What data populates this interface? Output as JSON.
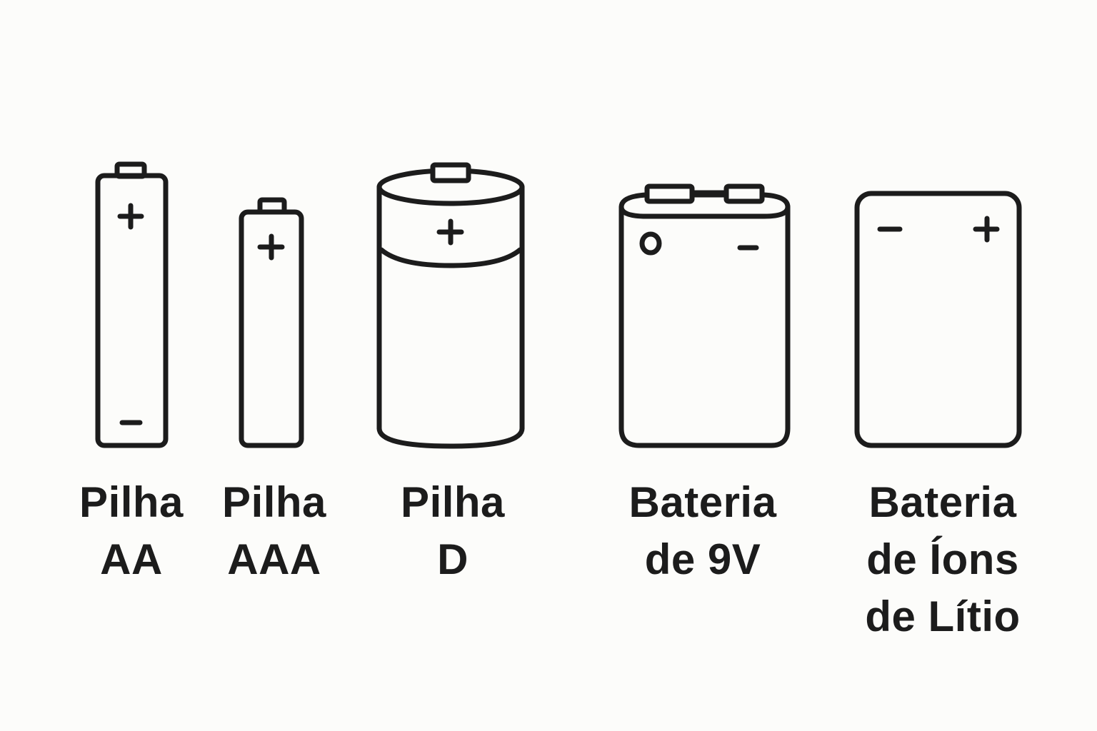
{
  "colors": {
    "background": "#fcfcfa",
    "stroke": "#1c1c1c",
    "text": "#1c1c1c"
  },
  "batteries": [
    {
      "id": "aa",
      "label_lines": [
        "Pilha",
        "AA"
      ],
      "icon": "cylindrical-battery-icon",
      "markings": [
        "+",
        "−"
      ]
    },
    {
      "id": "aaa",
      "label_lines": [
        "Pilha",
        "AAA"
      ],
      "icon": "cylindrical-battery-icon",
      "markings": [
        "+"
      ]
    },
    {
      "id": "d",
      "label_lines": [
        "Pilha",
        "D"
      ],
      "icon": "d-cell-battery-icon",
      "markings": [
        "+"
      ]
    },
    {
      "id": "9v",
      "label_lines": [
        "Bateria",
        "de 9V"
      ],
      "icon": "9v-battery-icon",
      "markings": [
        "o",
        "−"
      ]
    },
    {
      "id": "li-ion",
      "label_lines": [
        "Bateria",
        "de Íons",
        "de Lítio"
      ],
      "icon": "lithium-ion-battery-icon",
      "markings": [
        "−",
        "+"
      ]
    }
  ]
}
